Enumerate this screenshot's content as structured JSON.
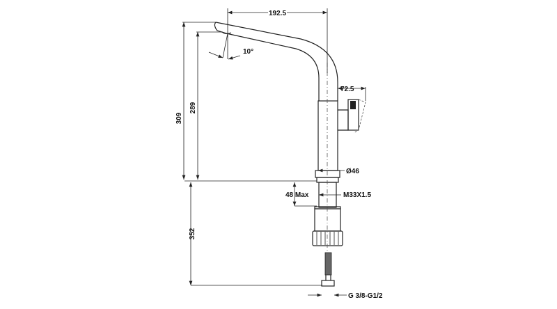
{
  "drawing": {
    "dimensions": {
      "spout_reach": "192.5",
      "spout_angle": "10°",
      "total_height": "309",
      "spout_height": "289",
      "handle_depth": "72.5",
      "base_diameter": "Ø46",
      "thread": "M33X1.5",
      "max_counter_thickness": "48 Max",
      "hose_length": "352",
      "hose_connection": "G 3/8-G1/2"
    },
    "colors": {
      "line": "#222222",
      "background": "#ffffff"
    }
  }
}
